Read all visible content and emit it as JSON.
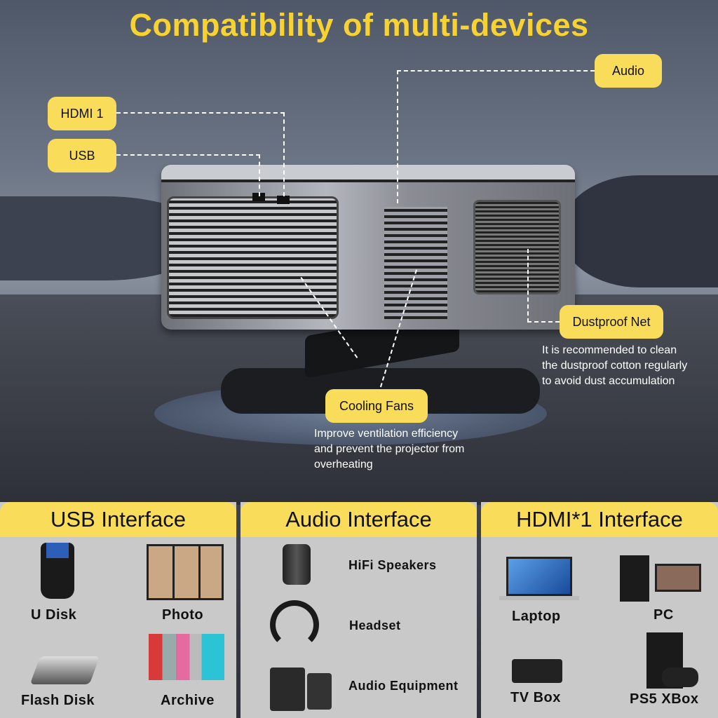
{
  "title": "Compatibility of multi-devices",
  "callouts": {
    "hdmi": "HDMI 1",
    "usb": "USB",
    "audio": "Audio",
    "dustproof": "Dustproof Net",
    "cooling": "Cooling Fans"
  },
  "descriptions": {
    "dustproof": [
      "It is recommended to clean",
      "the dustproof cotton regularly",
      "to avoid dust accumulation"
    ],
    "cooling": [
      "Improve ventilation efficiency",
      "and prevent the projector from",
      "overheating"
    ]
  },
  "panels": [
    {
      "header": "USB Interface",
      "items": [
        "U Disk",
        "Photo",
        "Flash Disk",
        "Archive"
      ]
    },
    {
      "header": "Audio Interface",
      "items": [
        "HiFi Speakers",
        "Headset",
        "Audio Equipment"
      ]
    },
    {
      "header": "HDMI*1 Interface",
      "items": [
        "Laptop",
        "PC",
        "TV Box",
        "PS5 XBox"
      ]
    }
  ]
}
